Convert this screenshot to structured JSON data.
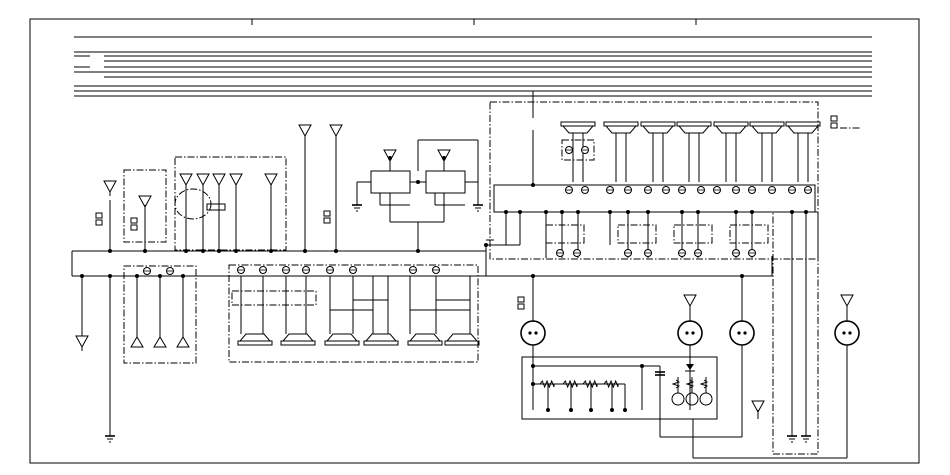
{
  "diagram": {
    "type": "wiring-schematic",
    "line_color": "#000000",
    "background": "#ffffff",
    "components": {
      "ground_connectors": 8,
      "speakers": 14,
      "lamp_sockets": 4,
      "connector_modules": 9
    }
  }
}
